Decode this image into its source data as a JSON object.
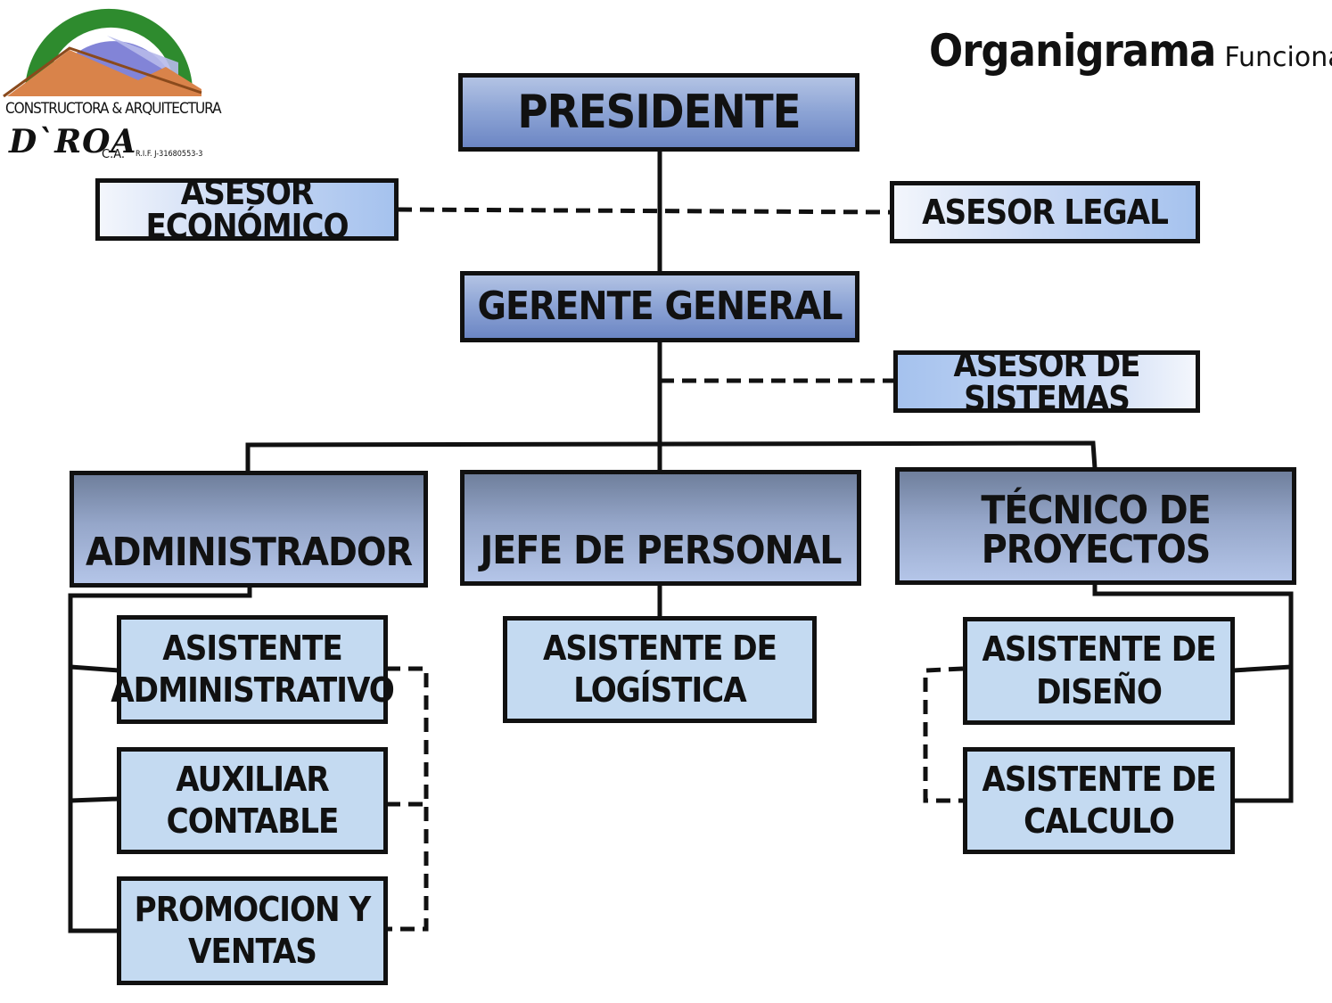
{
  "header": {
    "title": "Organigrama",
    "subtitle": "Funcional"
  },
  "logo": {
    "line1": "CONSTRUCTORA & ARQUITECTURA",
    "name": "D`ROA",
    "suffix": "C.A.",
    "rif": "R.I.F. J-31680553-3",
    "colors": {
      "arc": "#2e8b2e",
      "roof": "#d9834a",
      "sky": "#5a5acb"
    }
  },
  "nodes": {
    "presidente": "PRESIDENTE",
    "asesor_economico": "ASESOR ECONÓMICO",
    "asesor_legal": "ASESOR LEGAL",
    "gerente_general": "GERENTE GENERAL",
    "asesor_sistemas": "ASESOR DE SISTEMAS",
    "administrador": "ADMINISTRADOR",
    "jefe_personal": "JEFE DE PERSONAL",
    "tecnico_proyectos": "TÉCNICO DE PROYECTOS",
    "asistente_administrativo": [
      "ASISTENTE",
      "ADMINISTRATIVO"
    ],
    "auxiliar_contable": [
      "AUXILIAR",
      "CONTABLE"
    ],
    "promocion_ventas": [
      "PROMOCION Y",
      "VENTAS"
    ],
    "asistente_logistica": [
      "ASISTENTE DE",
      "LOGÍSTICA"
    ],
    "asistente_diseno": [
      "ASISTENTE DE",
      "DISEÑO"
    ],
    "asistente_calculo": [
      "ASISTENTE DE",
      "CALCULO"
    ]
  },
  "colors": {
    "line": "#111111",
    "box_dark": "#8fa6d6",
    "box_light": "#c4daf1"
  }
}
